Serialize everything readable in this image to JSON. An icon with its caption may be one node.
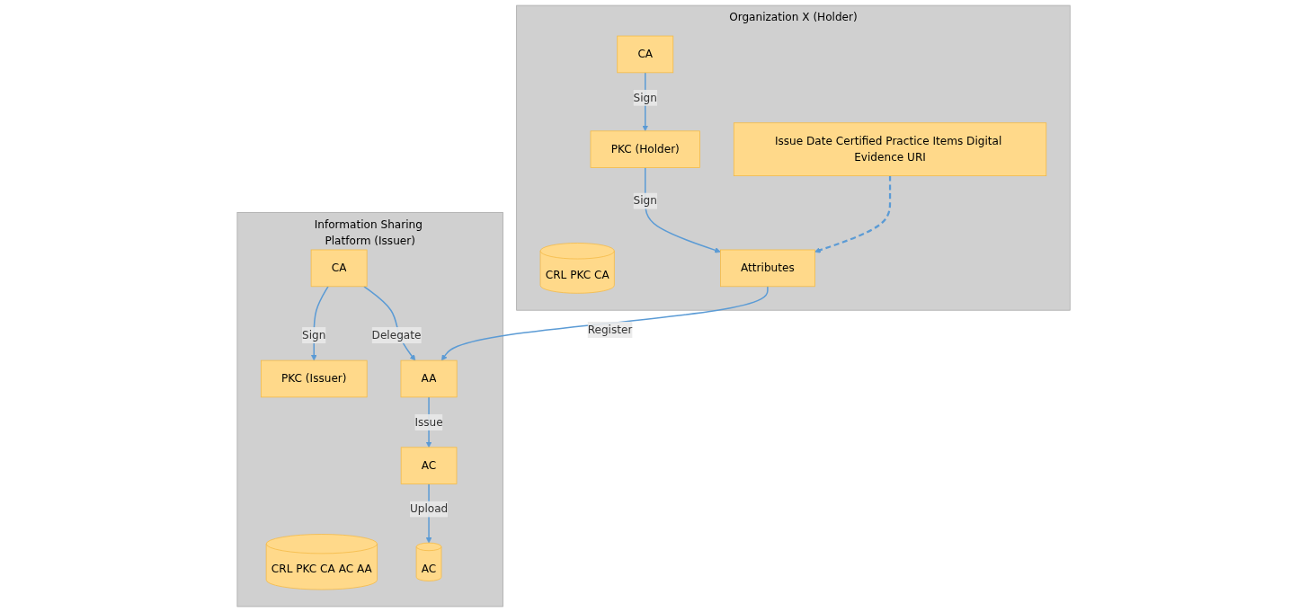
{
  "diagram": {
    "nodes": [
      {
        "text": [
          "Information Sharing Platform (Issuer)"
        ]
      },
      {
        "text": [
          "CA"
        ],
        "in": 0
      },
      {
        "text": [
          "PKC (Issuer)"
        ],
        "in": 0
      },
      {
        "text": [
          "CRL PKC CA AC AA"
        ],
        "in": 0
      },
      {
        "text": [
          "AA"
        ],
        "in": 0
      },
      {
        "text": [
          "AC"
        ],
        "in": 0
      },
      {
        "text": [
          "AC"
        ],
        "in": 0
      },
      {
        "text": [
          "Organization X (Holder)"
        ]
      },
      {
        "text": [
          "CA"
        ],
        "in": 7
      },
      {
        "text": [
          "CRL PKC CA"
        ],
        "in": 7
      },
      {
        "text": [
          "PKC (Holder)"
        ],
        "in": 7
      },
      {
        "text": [
          "Attributes"
        ],
        "in": 7
      },
      {
        "text": [
          "Issue Date Certified Practice Items Digital Evidence URI"
        ],
        "in": 7
      }
    ],
    "edges": [
      {
        "from": 1,
        "to": 2,
        "arrow": "to",
        "label": "Sign"
      },
      {
        "from": 1,
        "to": 4,
        "arrow": "to",
        "label": "Delegate"
      },
      {
        "from": 4,
        "to": 6,
        "arrow": "to",
        "label": "Issue"
      },
      {
        "from": 6,
        "to": 5,
        "arrow": "to",
        "label": "Upload"
      },
      {
        "from": 11,
        "to": 4,
        "arrow": "to",
        "label": "Register"
      },
      {
        "from": 8,
        "to": 10,
        "arrow": "to",
        "label": "Sign"
      },
      {
        "from": 10,
        "to": 11,
        "arrow": "to",
        "label": "Sign"
      },
      {
        "from": 12,
        "to": 11,
        "arrow": "to",
        "style": "dashed",
        "color": "#5b9bd5"
      }
    ]
  }
}
